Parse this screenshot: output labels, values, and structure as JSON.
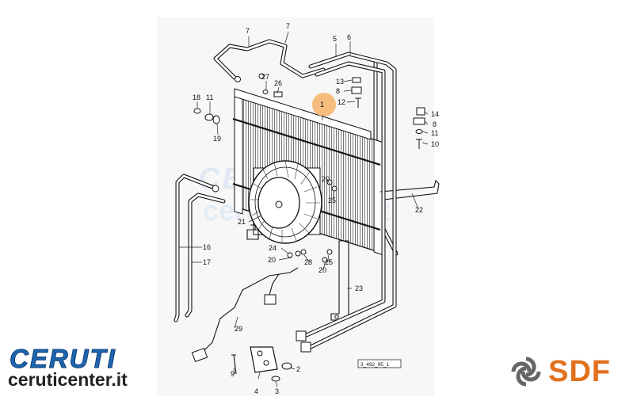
{
  "diagram": {
    "drawing_code": "3_492_95_1",
    "callouts": [
      {
        "id": "c1",
        "text": "1"
      },
      {
        "id": "c2",
        "text": "2"
      },
      {
        "id": "c3",
        "text": "3"
      },
      {
        "id": "c4",
        "text": "4"
      },
      {
        "id": "c5",
        "text": "5"
      },
      {
        "id": "c6",
        "text": "6"
      },
      {
        "id": "c7a",
        "text": "7"
      },
      {
        "id": "c7b",
        "text": "7"
      },
      {
        "id": "c8a",
        "text": "8"
      },
      {
        "id": "c8b",
        "text": "8"
      },
      {
        "id": "c9",
        "text": "9"
      },
      {
        "id": "c10",
        "text": "10"
      },
      {
        "id": "c11a",
        "text": "11"
      },
      {
        "id": "c11b",
        "text": "11"
      },
      {
        "id": "c12",
        "text": "12"
      },
      {
        "id": "c13",
        "text": "13"
      },
      {
        "id": "c14",
        "text": "14"
      },
      {
        "id": "c16",
        "text": "16"
      },
      {
        "id": "c17",
        "text": "17"
      },
      {
        "id": "c18",
        "text": "18"
      },
      {
        "id": "c19",
        "text": "19"
      },
      {
        "id": "c20a",
        "text": "20"
      },
      {
        "id": "c20b",
        "text": "20"
      },
      {
        "id": "c20c",
        "text": "20"
      },
      {
        "id": "c21",
        "text": "21"
      },
      {
        "id": "c22",
        "text": "22"
      },
      {
        "id": "c23",
        "text": "23"
      },
      {
        "id": "c24",
        "text": "24"
      },
      {
        "id": "c25a",
        "text": "25"
      },
      {
        "id": "c25b",
        "text": "25"
      },
      {
        "id": "c26",
        "text": "26"
      },
      {
        "id": "c27",
        "text": "27"
      },
      {
        "id": "c28",
        "text": "28"
      },
      {
        "id": "c29",
        "text": "29"
      }
    ]
  },
  "watermark": {
    "line1": "CERUTI",
    "line2": "ceruticenter.it"
  },
  "branding": {
    "ceruti_logo": "CERUTI",
    "ceruti_site": "ceruticenter.it",
    "sdf_logo": "SDF",
    "highlight_color": "#f6b36a",
    "ceruti_color": "#1f66b0",
    "sdf_color": "#e2711d"
  }
}
